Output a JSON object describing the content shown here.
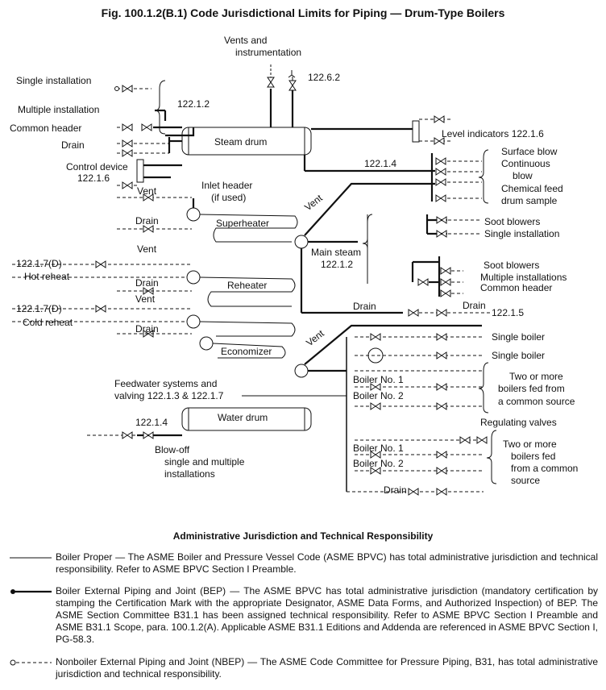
{
  "title": "Fig. 100.1.2(B.1)    Code Jurisdictional Limits for Piping — Drum-Type Boilers",
  "labels": {
    "vents_instr": "Vents and",
    "vents_instr2": "instrumentation",
    "ref_1226": "122.6.2",
    "single_installation": "Single installation",
    "multiple_installation": "Multiple installation",
    "common_header": "Common header",
    "drain": "Drain",
    "control_device": "Control device",
    "ref_1216": "122.1.6",
    "ref_1212": "122.1.2",
    "steam_drum": "Steam drum",
    "level_indicators": "Level indicators  122.1.6",
    "surface_blow": "Surface blow",
    "continuous": "Continuous",
    "blow": "blow",
    "chemical_feed": "Chemical feed",
    "drum_sample": "drum sample",
    "ref_1214": "122.1.4",
    "vent": "Vent",
    "inlet_header": "Inlet header",
    "if_used": "(if used)",
    "superheater": "Superheater",
    "soot_blowers": "Soot blowers",
    "soot_single": "Single installation",
    "main_steam": "Main steam",
    "main_steam_ref": "122.1.2",
    "soot_blowers2": "Soot blowers",
    "multiple_installations": "Multiple installations",
    "common_header2": "Common header",
    "ref_1217d": "122.1.7(D)",
    "hot_reheat": "Hot reheat",
    "reheater": "Reheater",
    "cold_reheat": "Cold reheat",
    "ref_1215": "122.1.5",
    "economizer": "Economizer",
    "single_boiler": "Single boiler",
    "single_boiler2": "Single boiler",
    "boiler_no1": "Boiler No. 1",
    "boiler_no2": "Boiler No. 2",
    "two_or_more": "Two or more",
    "boilers_fed_from": "boilers fed from",
    "a_common_source": "a common source",
    "feedwater": "Feedwater systems and",
    "valving": "valving 122.1.3 & 122.1.7",
    "water_drum": "Water drum",
    "ref_1214b": "122.1.4",
    "regulating_valves": "Regulating valves",
    "blowoff": "Blow-off",
    "blowoff2": "single and multiple",
    "blowoff3": "installations",
    "two_or_more2": "Two or more",
    "boilers_fed": "boilers fed",
    "from_common": "from a common",
    "source": "source"
  },
  "legend": {
    "title": "Administrative Jurisdiction and Technical Responsibility",
    "boiler_proper": "Boiler Proper — The ASME Boiler and Pressure Vessel Code (ASME BPVC) has total administrative jurisdiction and technical responsibility. Refer to ASME BPVC Section I Preamble.",
    "bep": "Boiler External Piping and Joint (BEP) — The ASME BPVC has total administrative jurisdiction (mandatory certification by stamping the Certification Mark with the appropriate Designator, ASME Data Forms, and Authorized Inspection) of BEP. The ASME Section Committee B31.1 has been assigned technical responsibility. Refer to ASME BPVC Section I Preamble and ASME B31.1 Scope, para. 100.1.2(A). Applicable ASME B31.1 Editions and Addenda are referenced in ASME BPVC Section I, PG-58.3.",
    "nbep": "Nonboiler External Piping and Joint (NBEP) — The ASME Code Committee for Pressure Piping, B31, has total administrative jurisdiction and technical responsibility."
  }
}
